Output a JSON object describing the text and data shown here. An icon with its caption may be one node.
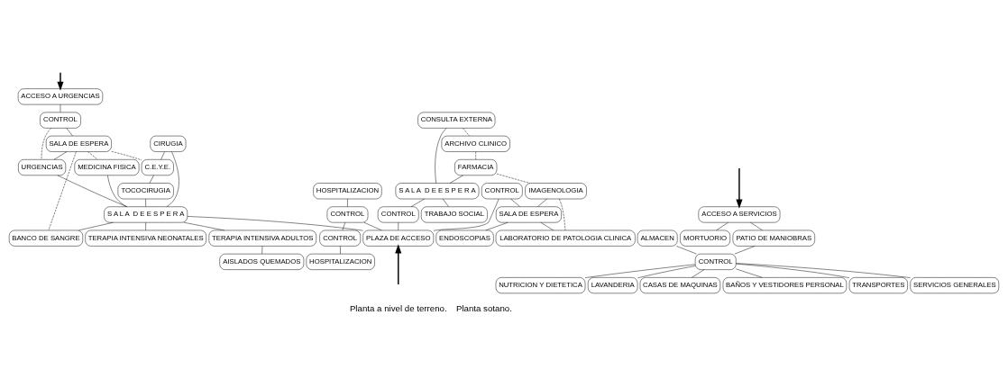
{
  "diagram": {
    "nodes": [
      {
        "text": [
          "HOSPITALIZACION"
        ]
      },
      {
        "text": [
          "CONTROL"
        ]
      },
      {
        "text": [
          "CONTROL"
        ]
      },
      {
        "text": [
          "HOSPITALIZACION"
        ]
      },
      {
        "text": [
          "SALA DE ESPERA"
        ]
      },
      {
        "text": [
          "ACCESO A URGENCIAS"
        ]
      },
      {
        "text": [
          "CONTROL"
        ]
      },
      {
        "text": [
          "CIRUGIA"
        ]
      },
      {
        "text": [
          "C.E.Y.E."
        ]
      },
      {
        "text": [
          "TOCOCIRUGIA"
        ]
      },
      {
        "text": [
          "MEDICINA FISICA"
        ]
      },
      {
        "text": [
          "URGENCIAS"
        ]
      },
      {
        "text": [
          "S A L A  D E E S P E R A"
        ]
      },
      {
        "text": [
          "BANCO DE SANGRE"
        ]
      },
      {
        "text": [
          "TERAPIA INTENSIVA NEONATALES"
        ]
      },
      {
        "text": [
          "TERAPIA INTENSIVA ADULTOS"
        ]
      },
      {
        "text": [
          "AISLADOS QUEMADOS"
        ]
      },
      {
        "text": [
          "CONSULTA EXTERNA"
        ]
      },
      {
        "text": [
          "ARCHIVO CLINICO"
        ]
      },
      {
        "text": [
          "FARMACIA"
        ]
      },
      {
        "text": [
          "IMAGENOLOGIA"
        ]
      },
      {
        "text": [
          "S A L A  D E E S P E R A"
        ]
      },
      {
        "text": [
          "CONTROL"
        ]
      },
      {
        "text": [
          "CONTROL"
        ]
      },
      {
        "text": [
          "SALA DE ESPERA"
        ]
      },
      {
        "text": [
          "LABORATORIO DE PATOLOGIA CLINICA"
        ]
      },
      {
        "text": [
          "TRABAJO SOCIAL"
        ]
      },
      {
        "text": [
          "ENDOSCOPIAS"
        ]
      },
      {
        "text": [
          "PLAZA DE ACCESO"
        ]
      },
      {
        "text": [
          "ACCESO A SERVICIOS"
        ]
      },
      {
        "text": [
          "MORTUORIO"
        ]
      },
      {
        "text": [
          "PATIO DE MANIOBRAS"
        ]
      },
      {
        "text": [
          "ALMACEN"
        ]
      },
      {
        "text": [
          "CONTROL"
        ]
      },
      {
        "text": [
          "NUTRICION Y DIETETICA"
        ]
      },
      {
        "text": [
          "LAVANDERIA"
        ]
      },
      {
        "text": [
          "CASAS DE MAQUINAS"
        ]
      },
      {
        "text": [
          "BAÑOS Y VESTIDORES PERSONAL"
        ]
      },
      {
        "text": [
          "TRANSPORTES"
        ]
      },
      {
        "text": [
          "SERVICIOS GENERALES"
        ]
      }
    ],
    "edges": [
      {
        "from": null,
        "to": 5,
        "arrow": "to"
      },
      {
        "from": 0,
        "to": 1,
        "arrow": "none"
      },
      {
        "from": 1,
        "to": 2,
        "arrow": "none"
      },
      {
        "from": 2,
        "to": 3,
        "arrow": "none"
      },
      {
        "from": 5,
        "to": 6,
        "arrow": "none"
      },
      {
        "from": 6,
        "to": 4,
        "arrow": "none"
      },
      {
        "from": 6,
        "to": 11,
        "arrow": "none",
        "style": "dashed"
      },
      {
        "from": 4,
        "to": 11,
        "arrow": "none"
      },
      {
        "from": 4,
        "to": 8,
        "arrow": "none",
        "style": "dashed"
      },
      {
        "from": 4,
        "to": 10,
        "arrow": "none",
        "style": "dashed"
      },
      {
        "from": 4,
        "to": 13,
        "arrow": "none",
        "style": "dashed"
      },
      {
        "from": 7,
        "to": 8,
        "arrow": "none"
      },
      {
        "from": 8,
        "to": 9,
        "arrow": "none"
      },
      {
        "from": 11,
        "to": 12,
        "arrow": "none"
      },
      {
        "from": 7,
        "to": 12,
        "arrow": "none"
      },
      {
        "from": 9,
        "to": 12,
        "arrow": "none"
      },
      {
        "from": 10,
        "to": 12,
        "arrow": "none"
      },
      {
        "from": 12,
        "to": 13,
        "arrow": "none"
      },
      {
        "from": 12,
        "to": 14,
        "arrow": "none"
      },
      {
        "from": 12,
        "to": 15,
        "arrow": "none"
      },
      {
        "from": 15,
        "to": 16,
        "arrow": "none"
      },
      {
        "from": 28,
        "to": 1,
        "arrow": "none"
      },
      {
        "from": 28,
        "to": 12,
        "arrow": "none"
      },
      {
        "from": 17,
        "to": 18,
        "arrow": "none",
        "style": "dashed"
      },
      {
        "from": 18,
        "to": 19,
        "arrow": "none",
        "style": "dashed"
      },
      {
        "from": 19,
        "to": 20,
        "arrow": "none",
        "style": "dashed"
      },
      {
        "from": 20,
        "to": 25,
        "arrow": "none",
        "style": "dashed"
      },
      {
        "from": 17,
        "to": 21,
        "arrow": "none"
      },
      {
        "from": 19,
        "to": 21,
        "arrow": "none"
      },
      {
        "from": 21,
        "to": 22,
        "arrow": "none"
      },
      {
        "from": 22,
        "to": 28,
        "arrow": "none"
      },
      {
        "from": 23,
        "to": 28,
        "arrow": "none"
      },
      {
        "from": 23,
        "to": 24,
        "arrow": "none"
      },
      {
        "from": 24,
        "to": 25,
        "arrow": "none"
      },
      {
        "from": 20,
        "to": 24,
        "arrow": "none"
      },
      {
        "from": 21,
        "to": 26,
        "arrow": "none"
      },
      {
        "from": 24,
        "to": 27,
        "arrow": "none"
      },
      {
        "from": null,
        "to": 28,
        "arrow": "to"
      },
      {
        "from": null,
        "to": 29,
        "arrow": "to"
      },
      {
        "from": 29,
        "to": 30,
        "arrow": "none"
      },
      {
        "from": 29,
        "to": 31,
        "arrow": "none"
      },
      {
        "from": 31,
        "to": 33,
        "arrow": "none"
      },
      {
        "from": 32,
        "to": 33,
        "arrow": "none"
      },
      {
        "from": 33,
        "to": 34,
        "arrow": "none"
      },
      {
        "from": 33,
        "to": 35,
        "arrow": "none"
      },
      {
        "from": 33,
        "to": 36,
        "arrow": "none"
      },
      {
        "from": 33,
        "to": 37,
        "arrow": "none"
      },
      {
        "from": 33,
        "to": 38,
        "arrow": "none"
      },
      {
        "from": 33,
        "to": 39,
        "arrow": "none"
      }
    ],
    "labels": [
      "Planta a nivel de terreno.",
      "Planta sotano."
    ]
  }
}
